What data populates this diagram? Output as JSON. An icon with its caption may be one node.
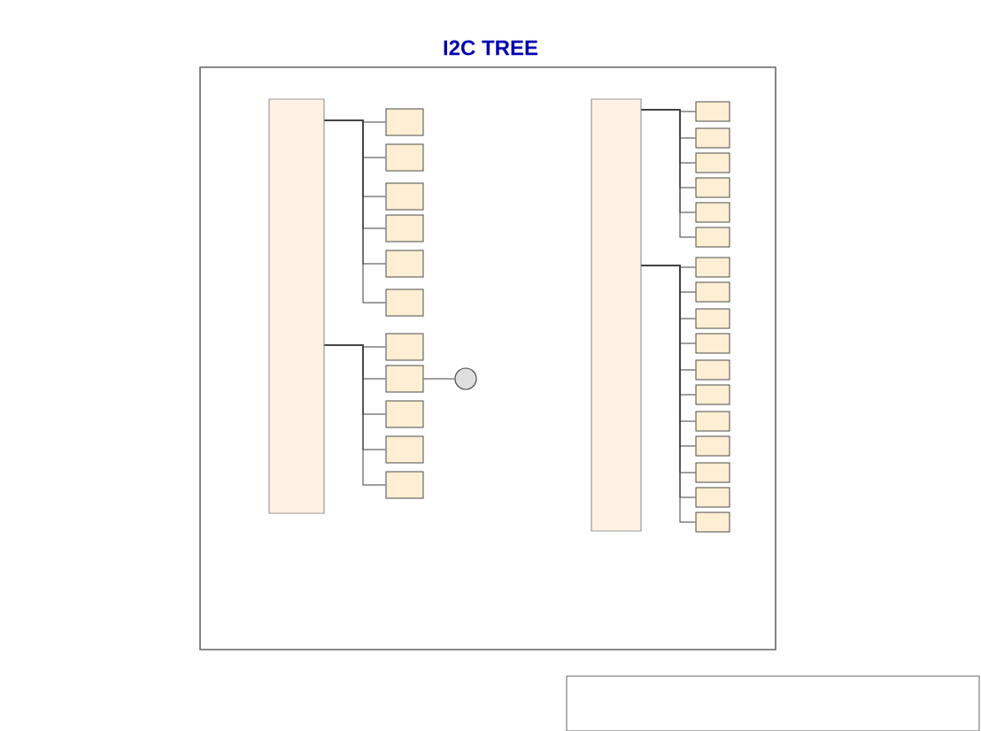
{
  "diagram": {
    "title": "I2C TREE",
    "nodes": [
      {
        "text": [],
        "shape": "box"
      },
      {
        "text": [],
        "shape": "box"
      },
      {
        "text": [],
        "shape": "box"
      },
      {
        "text": [],
        "shape": "box"
      },
      {
        "text": [],
        "shape": "box"
      },
      {
        "text": [],
        "shape": "box"
      },
      {
        "text": [],
        "shape": "box"
      },
      {
        "text": [],
        "shape": "box"
      },
      {
        "text": [],
        "shape": "box"
      },
      {
        "text": [],
        "shape": "box"
      },
      {
        "text": [],
        "shape": "box"
      },
      {
        "text": [],
        "shape": "box"
      },
      {
        "text": [],
        "shape": "circle"
      },
      {
        "text": [],
        "shape": "box"
      },
      {
        "text": [],
        "shape": "box"
      },
      {
        "text": [],
        "shape": "box"
      },
      {
        "text": [],
        "shape": "box"
      },
      {
        "text": [],
        "shape": "box"
      },
      {
        "text": [],
        "shape": "box"
      },
      {
        "text": [],
        "shape": "box"
      },
      {
        "text": [],
        "shape": "box"
      },
      {
        "text": [],
        "shape": "box"
      },
      {
        "text": [],
        "shape": "box"
      },
      {
        "text": [],
        "shape": "box"
      },
      {
        "text": [],
        "shape": "box"
      },
      {
        "text": [],
        "shape": "box"
      },
      {
        "text": [],
        "shape": "box"
      },
      {
        "text": [],
        "shape": "box"
      },
      {
        "text": [],
        "shape": "box"
      },
      {
        "text": [],
        "shape": "box"
      },
      {
        "text": [],
        "shape": "box"
      }
    ],
    "edges": [
      {
        "from": 0,
        "to": 1,
        "arrow": "none"
      },
      {
        "from": 0,
        "to": 2,
        "arrow": "none"
      },
      {
        "from": 0,
        "to": 3,
        "arrow": "none"
      },
      {
        "from": 0,
        "to": 4,
        "arrow": "none"
      },
      {
        "from": 0,
        "to": 5,
        "arrow": "none"
      },
      {
        "from": 0,
        "to": 6,
        "arrow": "none"
      },
      {
        "from": 0,
        "to": 7,
        "arrow": "none"
      },
      {
        "from": 0,
        "to": 8,
        "arrow": "none"
      },
      {
        "from": 0,
        "to": 9,
        "arrow": "none"
      },
      {
        "from": 0,
        "to": 10,
        "arrow": "none"
      },
      {
        "from": 0,
        "to": 11,
        "arrow": "none"
      },
      {
        "from": 8,
        "to": 12,
        "arrow": "none"
      },
      {
        "from": 13,
        "to": 14,
        "arrow": "none"
      },
      {
        "from": 13,
        "to": 15,
        "arrow": "none"
      },
      {
        "from": 13,
        "to": 16,
        "arrow": "none"
      },
      {
        "from": 13,
        "to": 17,
        "arrow": "none"
      },
      {
        "from": 13,
        "to": 18,
        "arrow": "none"
      },
      {
        "from": 13,
        "to": 19,
        "arrow": "none"
      },
      {
        "from": 13,
        "to": 20,
        "arrow": "none"
      },
      {
        "from": 13,
        "to": 21,
        "arrow": "none"
      },
      {
        "from": 13,
        "to": 22,
        "arrow": "none"
      },
      {
        "from": 13,
        "to": 23,
        "arrow": "none"
      },
      {
        "from": 13,
        "to": 24,
        "arrow": "none"
      },
      {
        "from": 13,
        "to": 25,
        "arrow": "none"
      },
      {
        "from": 13,
        "to": 26,
        "arrow": "none"
      },
      {
        "from": 13,
        "to": 27,
        "arrow": "none"
      },
      {
        "from": 13,
        "to": 28,
        "arrow": "none"
      },
      {
        "from": 13,
        "to": 29,
        "arrow": "none"
      },
      {
        "from": 13,
        "to": 30,
        "arrow": "none"
      }
    ]
  }
}
